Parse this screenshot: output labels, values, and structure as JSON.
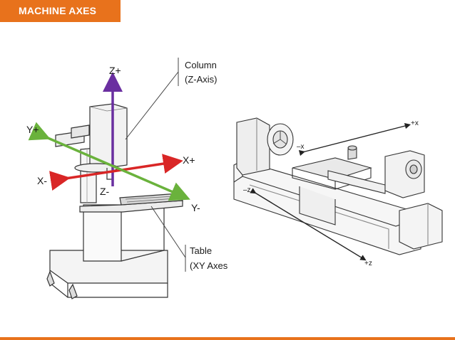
{
  "header": {
    "title": "MACHINE AXES"
  },
  "mill": {
    "axis_labels": {
      "z_plus": "Z+",
      "z_minus": "Z-",
      "x_plus": "X+",
      "x_minus": "X-",
      "y_plus": "Y+",
      "y_minus": "Y-"
    },
    "callouts": {
      "column_line1": "Column",
      "column_line2": "(Z-Axis)",
      "table_line1": "Table",
      "table_line2": "(XY Axes"
    },
    "colors": {
      "z_axis": "#6a2fa0",
      "x_axis": "#d92626",
      "y_axis": "#6ab23c"
    }
  },
  "lathe": {
    "axis_labels": {
      "x_plus": "+x",
      "x_minus": "–x",
      "z_plus": "+z",
      "z_minus": "–z"
    }
  },
  "theme": {
    "accent": "#e8721c"
  }
}
